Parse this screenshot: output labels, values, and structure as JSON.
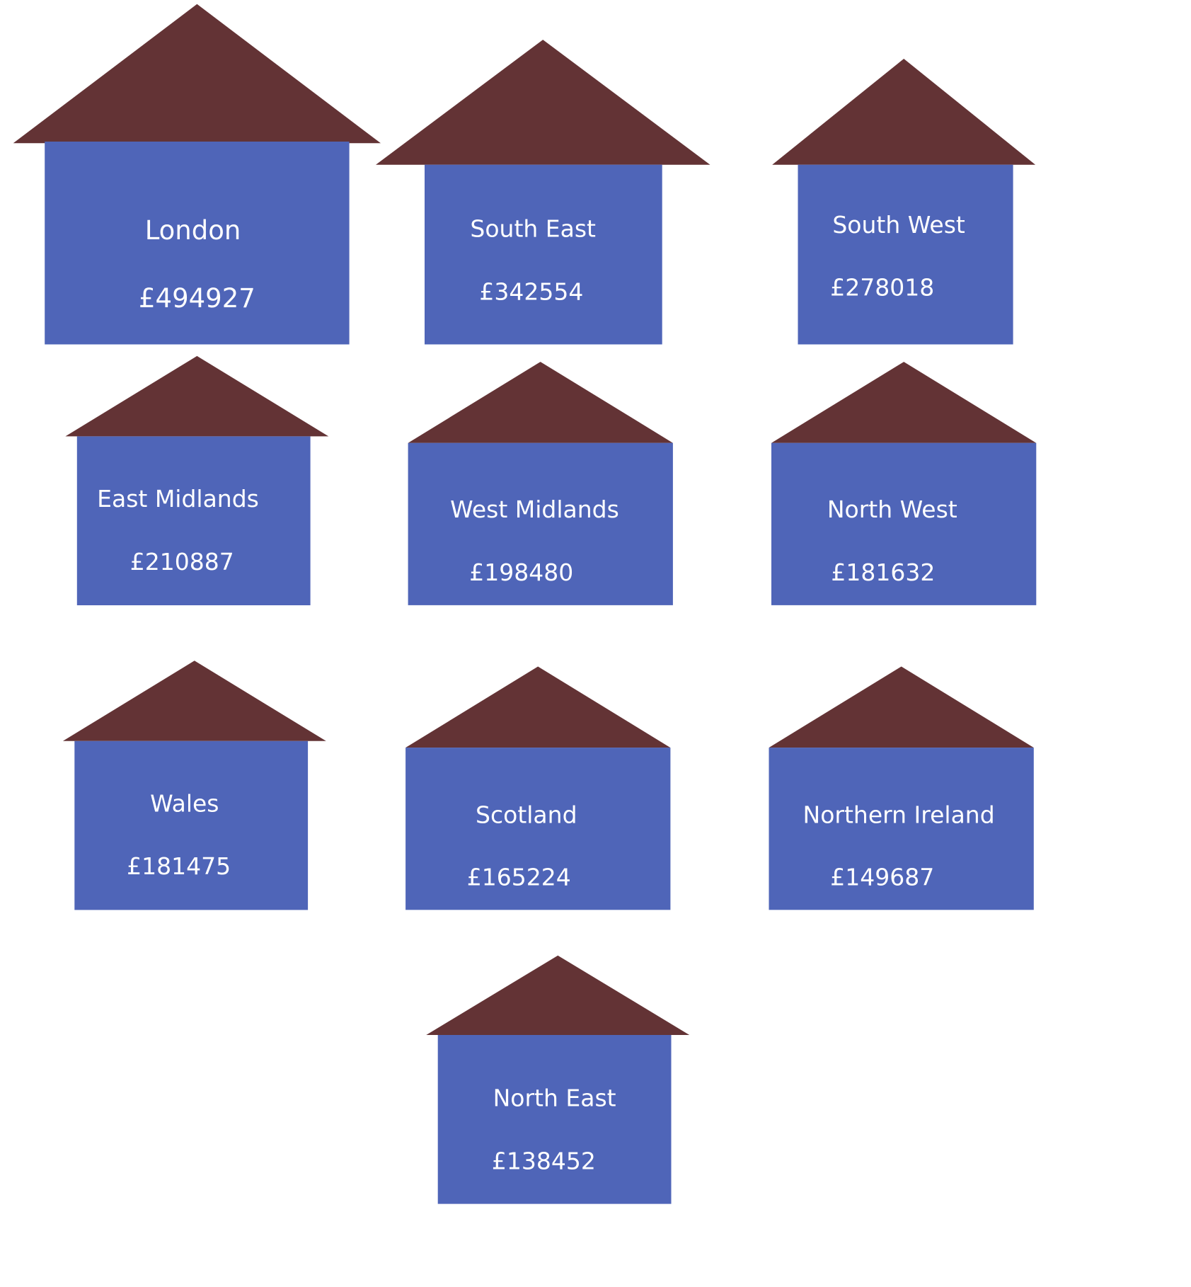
{
  "chart_data": {
    "type": "pictogram",
    "currency_symbol": "£",
    "categories": [
      "London",
      "South East",
      "South West",
      "East Midlands",
      "West Midlands",
      "North West",
      "Wales",
      "Scotland",
      "Northern Ireland",
      "North East"
    ],
    "values": [
      494927,
      342554,
      278018,
      210887,
      198480,
      181632,
      181475,
      165224,
      149687,
      138452
    ],
    "value_labels": [
      "£494927",
      "£342554",
      "£278018",
      "£210887",
      "£198480",
      "£181632",
      "£181475",
      "£165224",
      "£149687",
      "£138452"
    ]
  },
  "colors": {
    "roof": "#633335",
    "body": "#4f65b8",
    "text": "#ffffff",
    "background": "#ffffff"
  }
}
